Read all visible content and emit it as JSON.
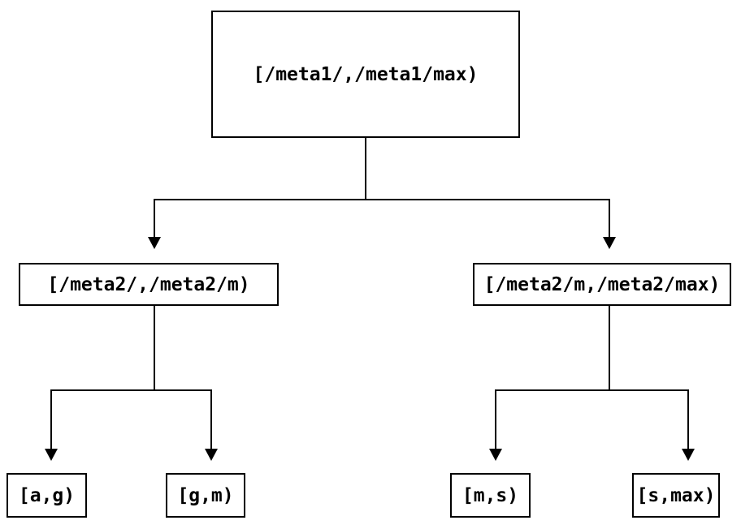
{
  "diagram": {
    "type": "tree",
    "background_color": "#ffffff",
    "line_color": "#000000",
    "nodes": {
      "root": {
        "label": "[/meta1/,/meta1/max)"
      },
      "left_child": {
        "label": "[/meta2/,/meta2/m)"
      },
      "right_child": {
        "label": "[/meta2/m,/meta2/max)"
      },
      "leaf_ag": {
        "label": "[a,g)"
      },
      "leaf_gm": {
        "label": "[g,m)"
      },
      "leaf_ms": {
        "label": "[m,s)"
      },
      "leaf_smax": {
        "label": "[s,max)"
      }
    },
    "edges": [
      {
        "from": "root",
        "to": "left_child"
      },
      {
        "from": "root",
        "to": "right_child"
      },
      {
        "from": "left_child",
        "to": "leaf_ag"
      },
      {
        "from": "left_child",
        "to": "leaf_gm"
      },
      {
        "from": "right_child",
        "to": "leaf_ms"
      },
      {
        "from": "right_child",
        "to": "leaf_smax"
      }
    ]
  }
}
